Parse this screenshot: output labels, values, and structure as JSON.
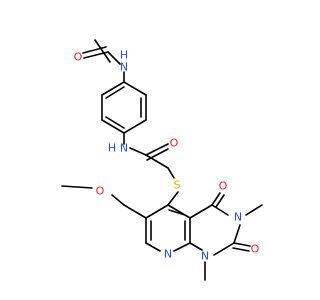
{
  "colors": {
    "bond": "#000000",
    "oxygen": "#e8202a",
    "nitrogen": "#2050e0",
    "sulfur": "#c9b400"
  },
  "atoms": {
    "o_acetyl": "O",
    "n_acetamide": "N",
    "h_acetamide": "H",
    "n_amide": "N",
    "h_amide": "H",
    "o_amide": "O",
    "s_thioether": "S",
    "o_methoxy": "O",
    "o_c4": "O",
    "n3": "N",
    "o_c2": "O",
    "n1": "N",
    "n8": "N"
  }
}
